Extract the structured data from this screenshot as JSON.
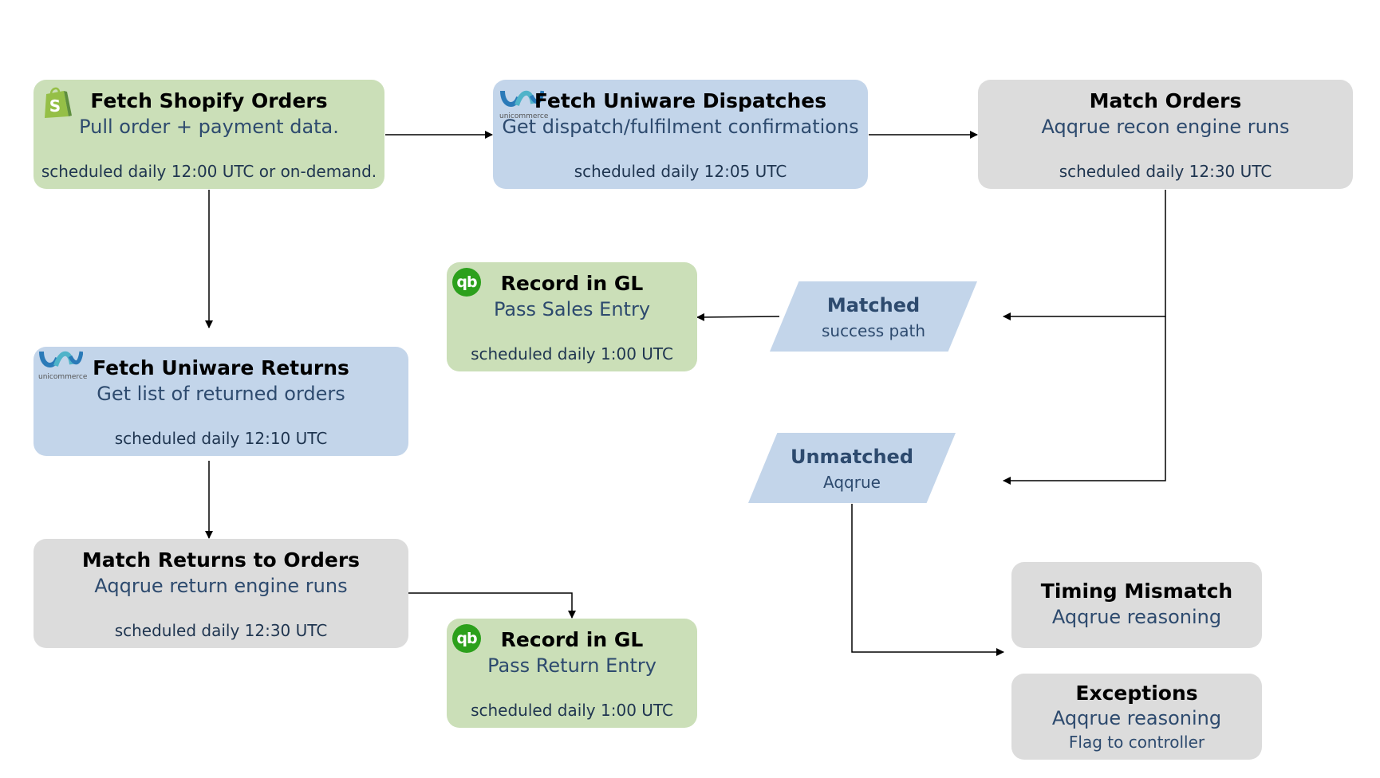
{
  "nodes": {
    "fetch_shopify": {
      "title": "Fetch Shopify Orders",
      "sub": "Pull order + payment data.",
      "sched": "scheduled daily 12:00 UTC or on-demand."
    },
    "fetch_dispatches": {
      "title": "Fetch Uniware Dispatches",
      "sub": "Get dispatch/fulfilment confirmations",
      "sched": "scheduled daily 12:05 UTC"
    },
    "match_orders": {
      "title": "Match Orders",
      "sub": "Aqqrue recon engine runs",
      "sched": "scheduled daily 12:30 UTC"
    },
    "record_sales": {
      "title": "Record in GL",
      "sub": "Pass Sales Entry",
      "sched": "scheduled daily 1:00 UTC"
    },
    "matched": {
      "title": "Matched",
      "sub": "success path"
    },
    "fetch_returns": {
      "title": "Fetch Uniware Returns",
      "sub": "Get list of returned orders",
      "sched": "scheduled daily 12:10 UTC"
    },
    "unmatched": {
      "title": "Unmatched",
      "sub": "Aqqrue"
    },
    "match_returns": {
      "title": "Match Returns to Orders",
      "sub": "Aqqrue return engine runs",
      "sched": "scheduled daily 12:30 UTC"
    },
    "record_returns": {
      "title": "Record in GL",
      "sub": "Pass Return Entry",
      "sched": "scheduled daily 1:00 UTC"
    },
    "timing_mismatch": {
      "title": "Timing Mismatch",
      "sub": "Aqqrue reasoning"
    },
    "exceptions": {
      "title": "Exceptions",
      "sub": "Aqqrue reasoning",
      "sub2": "Flag to controller"
    }
  },
  "icons": {
    "shopify": "shopify-logo",
    "unicommerce": "unicommerce-logo",
    "unicommerce_label": "unicommerce",
    "quickbooks": "quickbooks-logo",
    "quickbooks_glyph": "qb"
  },
  "colors": {
    "green": "#cbdfb8",
    "blue": "#c3d5ea",
    "gray": "#dcdcdc",
    "subtext": "#2d4a6e"
  }
}
